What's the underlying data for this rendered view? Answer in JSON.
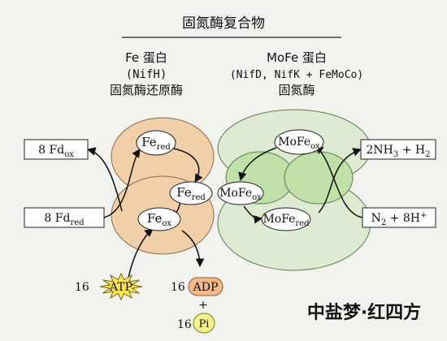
{
  "title": "固氮酶复合物",
  "fe_protein": {
    "name": "Fe 蛋白",
    "gene": "(NifH)",
    "role": "固氮酶还原酶"
  },
  "mofe_protein": {
    "name": "MoFe 蛋白",
    "gene": "(NifD, NifK + FeMoCo)",
    "role": "固氮酶"
  },
  "nodes": {
    "fe_red_top": {
      "base": "Fe",
      "sub": "red"
    },
    "fe_red_mid": {
      "base": "Fe",
      "sub": "red"
    },
    "fe_ox": {
      "base": "Fe",
      "sub": "ox"
    },
    "mofe_ox_top": {
      "base": "MoFe",
      "sub": "ox"
    },
    "mofe_ox_mid": {
      "base": "MoFe",
      "sub": "ox"
    },
    "mofe_red": {
      "base": "MoFe",
      "sub": "red"
    }
  },
  "side_boxes": {
    "fd_ox": {
      "base": "8 Fd",
      "sub": "ox"
    },
    "fd_red": {
      "base": "8 Fd",
      "sub": "red"
    },
    "products": {
      "a": "2NH",
      "a_sub": "3",
      "b": " + H",
      "b_sub": "2"
    },
    "substrates": {
      "a": "N",
      "a_sub": "2",
      "b": " + 8H",
      "b_sup": "+"
    }
  },
  "energy": {
    "atp_count": "16",
    "atp_label": "ATP",
    "adp_count": "16",
    "adp_label": "ADP",
    "plus": "+",
    "pi_count": "16",
    "pi_label": "Pi"
  },
  "watermark": "中盐梦·红四方",
  "colors": {
    "fe_fill": "#f0cfa9",
    "fe_stroke": "#8a6a4a",
    "mofe_fill": "#dcebd2",
    "mofe_inner": "#bfe0a6",
    "mofe_stroke": "#5f7a55",
    "atp_fill": "#ffe45a",
    "adp_fill": "#f5b98a",
    "pi_fill": "#f4f28a",
    "watermark": "#d42a2a"
  }
}
